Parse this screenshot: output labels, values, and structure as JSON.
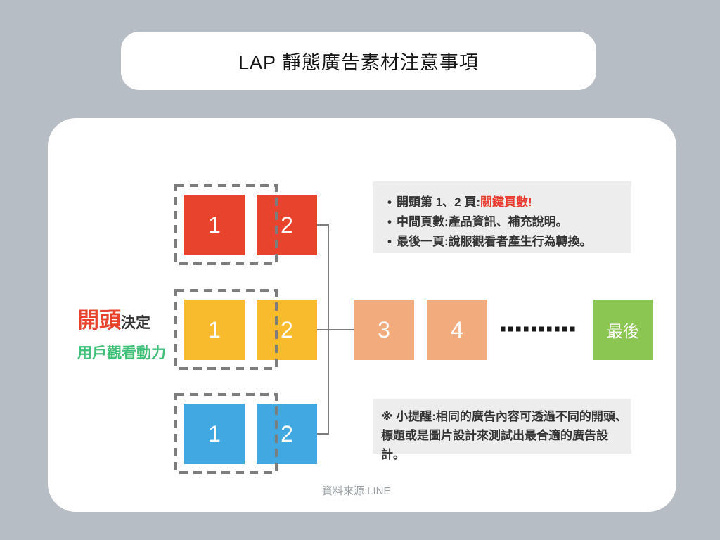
{
  "title": "LAP 靜態廣告素材注意事項",
  "colors": {
    "background": "#b7bdc4",
    "panel": "#ffffff",
    "red": "#e8432c",
    "yellow": "#f9bb2e",
    "blue": "#41a8e2",
    "salmon": "#f1ab7c",
    "green_final": "#8cc652",
    "label_green": "#3fbf77",
    "highlight_red": "#e8392c",
    "box_gray": "#ededed",
    "line_gray": "#7d7d7d",
    "dotted_black": "#1a1a1a"
  },
  "left_label": {
    "line1_em": "開頭",
    "line1_rest": "決定",
    "line2": "用戶觀看動力"
  },
  "sequence": {
    "rows": [
      {
        "name": "opening-variant-red",
        "squares": [
          "1",
          "2"
        ]
      },
      {
        "name": "opening-variant-yellow",
        "squares": [
          "1",
          "2"
        ]
      },
      {
        "name": "opening-variant-blue",
        "squares": [
          "1",
          "2"
        ]
      }
    ],
    "middle_squares": [
      "3",
      "4"
    ],
    "final_label": "最後"
  },
  "notes_box": {
    "bullet_char": "•",
    "bullets": [
      {
        "prefix": "開頭第 1、2 頁:",
        "highlight": "關鍵頁數!"
      },
      {
        "prefix": "中間頁數:產品資訊、補充說明。",
        "highlight": ""
      },
      {
        "prefix": "最後一頁:說服觀看者產生行為轉換。",
        "highlight": ""
      }
    ]
  },
  "tip_box": {
    "line1": "※ 小提醒:相同的廣告內容可透過不同的開頭、",
    "line2": "標題或是圖片設計來測試出最合適的廣告設計。"
  },
  "source": "資料來源:LINE"
}
